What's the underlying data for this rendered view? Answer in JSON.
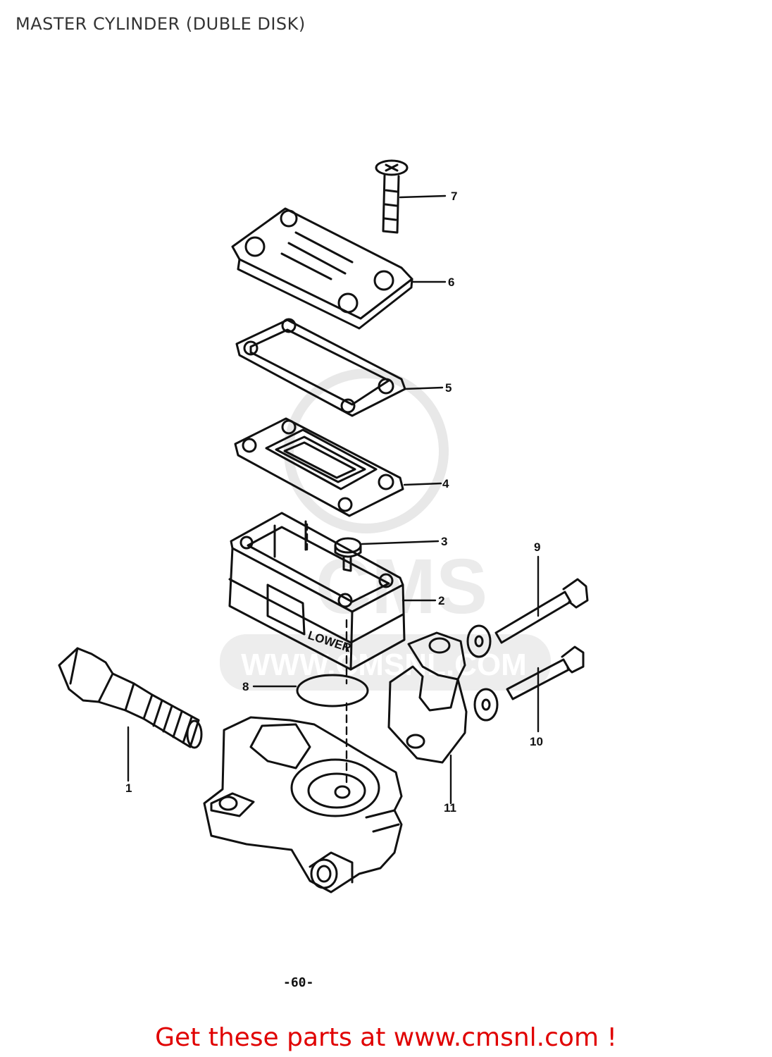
{
  "title": "MASTER CYLINDER (DUBLE DISK)",
  "page_number": "-60-",
  "footer_link": "Get these parts at www.cmsnl.com !",
  "watermark": {
    "text": "WWW.CMSNL.COM",
    "logo": "CMS"
  },
  "callouts": [
    {
      "id": "c1",
      "label": "1"
    },
    {
      "id": "c2",
      "label": "2"
    },
    {
      "id": "c3",
      "label": "3"
    },
    {
      "id": "c4",
      "label": "4"
    },
    {
      "id": "c5",
      "label": "5"
    },
    {
      "id": "c6",
      "label": "6"
    },
    {
      "id": "c7",
      "label": "7"
    },
    {
      "id": "c8",
      "label": "8"
    },
    {
      "id": "c9",
      "label": "9"
    },
    {
      "id": "c10",
      "label": "10"
    },
    {
      "id": "c11",
      "label": "11"
    }
  ],
  "body_marking": "LOWER",
  "colors": {
    "footer": "#e00000",
    "ink": "#111111",
    "watermark": "#e6e6e6"
  }
}
